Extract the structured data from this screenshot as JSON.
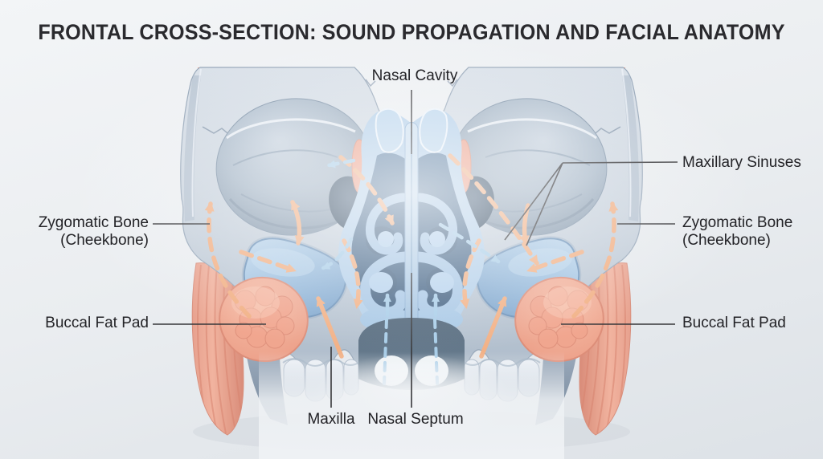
{
  "title": "FRONTAL CROSS-SECTION: SOUND PROPAGATION AND FACIAL ANATOMY",
  "labels": {
    "nasal_cavity": "Nasal Cavity",
    "maxillary_sinuses": "Maxillary Sinuses",
    "zygomatic_left_line1": "Zygomatic Bone",
    "zygomatic_left_line2": "(Cheekbone)",
    "zygomatic_right_line1": "Zygomatic Bone",
    "zygomatic_right_line2": "(Cheekbone)",
    "buccal_fat_left": "Buccal Fat Pad",
    "buccal_fat_right": "Buccal Fat Pad",
    "maxilla": "Maxilla",
    "nasal_septum": "Nasal Septum"
  },
  "flow_arrows": {
    "sound_propagation_color": "#f2b186",
    "airflow_color": "#a8cde8"
  },
  "colors": {
    "background_top": "#f3f5f7",
    "background_bottom": "#dde2e7",
    "bone": "#c7d1dc",
    "sinus_blue": "#9dc0e0",
    "nasal_cavity_dark": "#4c6d90",
    "muscle_salmon": "#e8a08d",
    "fat_pad_salmon": "#f2ab95",
    "leader_line": "#37373a",
    "text": "#232327"
  }
}
